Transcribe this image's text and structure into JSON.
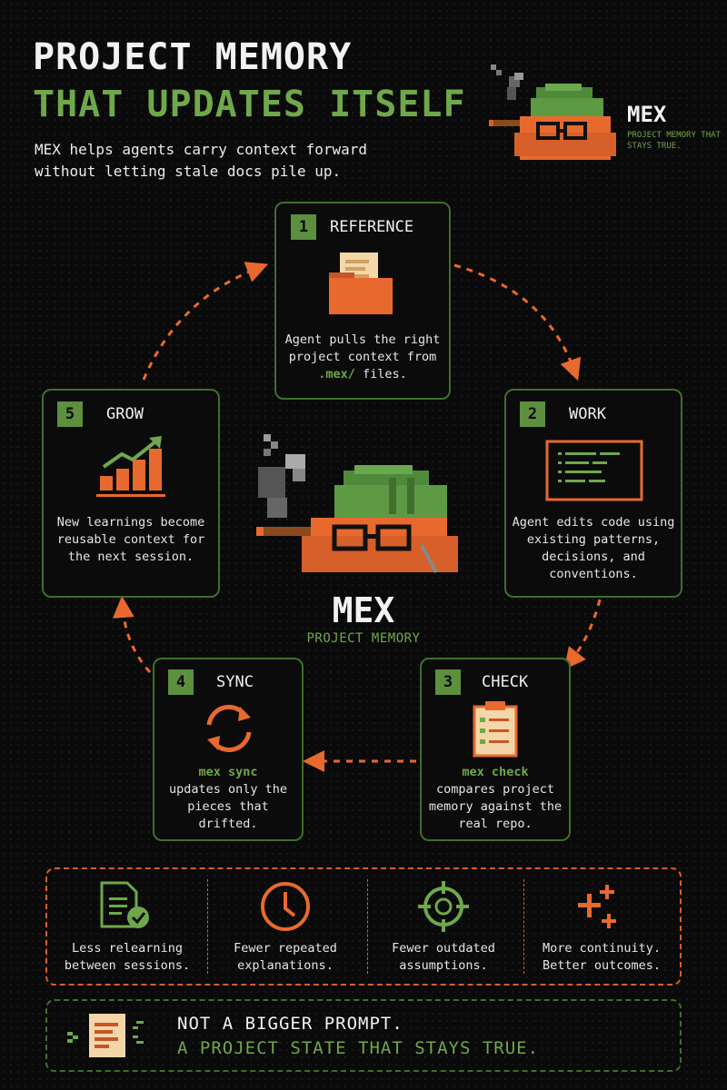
{
  "header": {
    "title_line1": "PROJECT MEMORY",
    "title_line2": "THAT UPDATES ITSELF",
    "subtitle": "MEX helps agents carry context forward without letting stale docs pile up."
  },
  "brand": {
    "name": "MEX",
    "tagline": "PROJECT MEMORY THAT STAYS TRUE."
  },
  "center": {
    "name": "MEX",
    "tagline": "PROJECT MEMORY"
  },
  "steps": [
    {
      "number": "1",
      "title": "REFERENCE",
      "icon": "folder-icon",
      "text_before": "Agent pulls the right project context from ",
      "code": ".mex/",
      "text_after": " files."
    },
    {
      "number": "2",
      "title": "WORK",
      "icon": "code-window-icon",
      "text": "Agent edits code using existing patterns, decisions, and conventions."
    },
    {
      "number": "3",
      "title": "CHECK",
      "icon": "clipboard-check-icon",
      "command": "mex check",
      "text": "compares project memory against the real repo."
    },
    {
      "number": "4",
      "title": "SYNC",
      "icon": "sync-icon",
      "command": "mex sync",
      "text": "updates only the pieces that drifted."
    },
    {
      "number": "5",
      "title": "GROW",
      "icon": "growth-chart-icon",
      "text": "New learnings become reusable context for the next session."
    }
  ],
  "benefits": [
    {
      "icon": "document-check-icon",
      "text": "Less relearning between sessions."
    },
    {
      "icon": "clock-icon",
      "text": "Fewer repeated explanations."
    },
    {
      "icon": "target-icon",
      "text": "Fewer outdated assumptions."
    },
    {
      "icon": "sparkle-icon",
      "text": "More continuity. Better outcomes."
    }
  ],
  "footer": {
    "line1": "NOT A BIGGER PROMPT.",
    "line2": "A PROJECT STATE THAT STAYS TRUE."
  },
  "colors": {
    "background": "#0a0a0a",
    "green": "#6fa84a",
    "green_border": "#3d6f2c",
    "orange": "#e8692e",
    "text": "#e8e8e8"
  }
}
